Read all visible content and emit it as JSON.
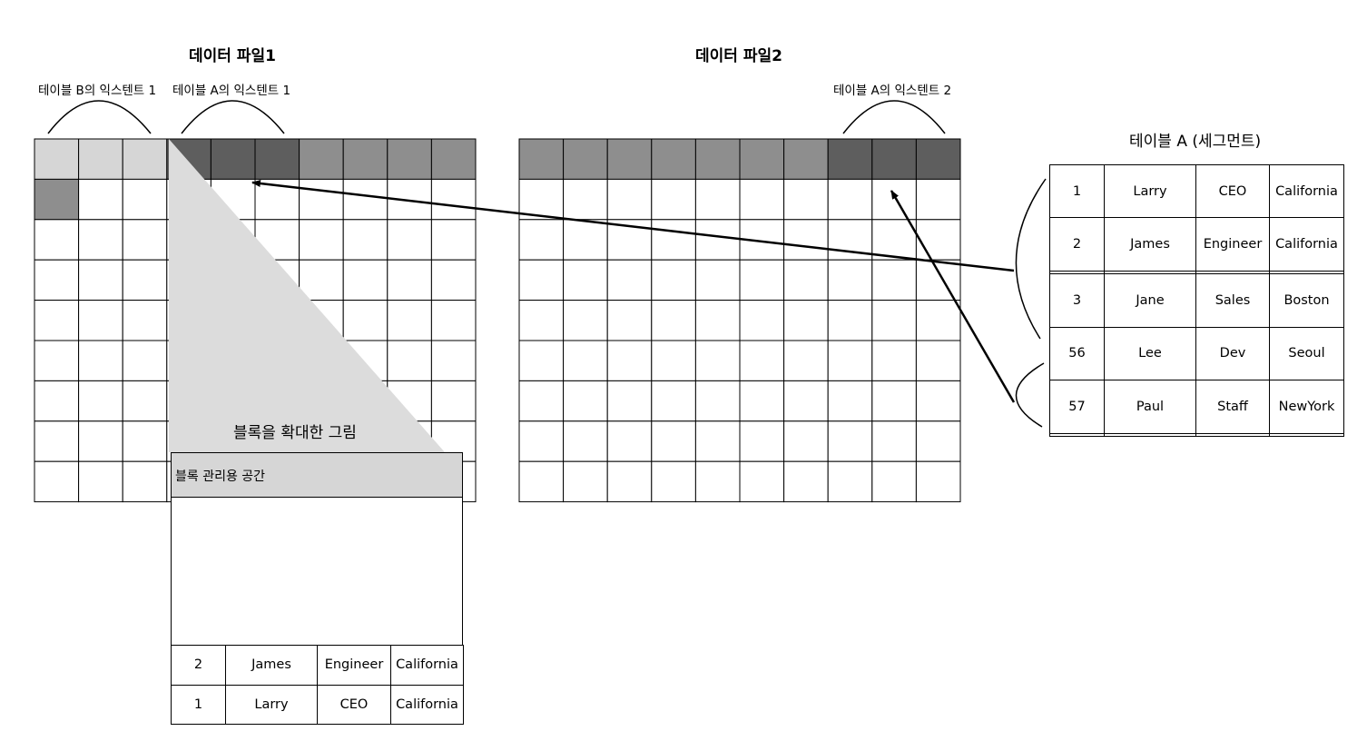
{
  "file1": {
    "title": "데이터 파일1",
    "extent_b1_label": "테이블 B의 익스텐트 1",
    "extent_a1_label": "테이블 A의 익스텐트 1"
  },
  "file2": {
    "title": "데이터 파일2",
    "extent_a2_label": "테이블 A의 익스텐트 2"
  },
  "zoom": {
    "title": "블록을 확대한 그림",
    "header": "블록 관리용 공간",
    "rows": [
      [
        "2",
        "James",
        "Engineer",
        "California"
      ],
      [
        "1",
        "Larry",
        "CEO",
        "California"
      ]
    ]
  },
  "segment": {
    "title": "테이블 A (세그먼트)",
    "rows": [
      [
        "1",
        "Larry",
        "CEO",
        "California"
      ],
      [
        "2",
        "James",
        "Engineer",
        "California"
      ],
      [
        "",
        "",
        "",
        ""
      ],
      [
        "3",
        "Jane",
        "Sales",
        "Boston"
      ],
      [
        "56",
        "Lee",
        "Dev",
        "Seoul"
      ],
      [
        "57",
        "Paul",
        "Staff",
        "NewYork"
      ],
      [
        "",
        "",
        "",
        ""
      ]
    ]
  },
  "colors": {
    "extent_b": "#d6d6d6",
    "extent_a": "#5e5e5e",
    "other_extent": "#8e8e8e",
    "zoom_triangle": "#dcdcdc"
  }
}
